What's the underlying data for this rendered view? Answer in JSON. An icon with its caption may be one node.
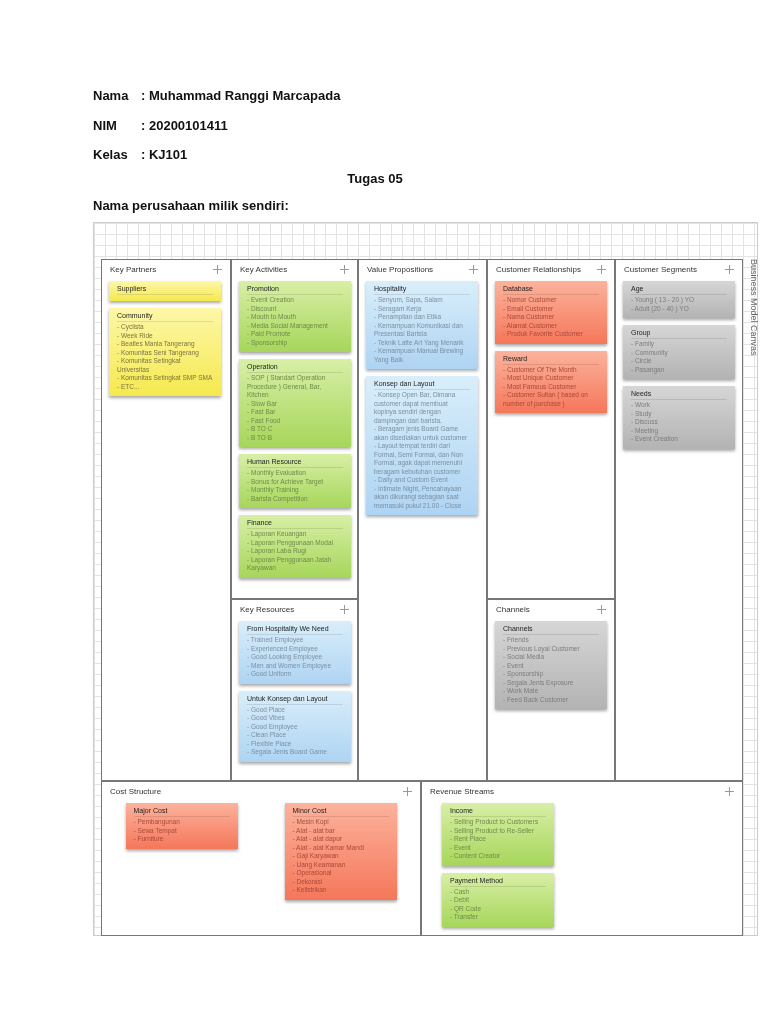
{
  "diagram": {
    "title": "Tugas 05",
    "nodes": [
      {
        "text": [
          "Key Partners"
        ]
      },
      {
        "text": [
          "Suppliers"
        ],
        "in": 0
      },
      {
        "text": [
          "Community",
          "- Cyclista",
          "- Week Ride",
          "- Beatles Mania Tangerang",
          "- Komunitas Seni Tangerang",
          "- Komunitas Setingkat Universitas",
          "- Komunitas Setingkat SMP SMA",
          "- ETC..."
        ],
        "in": 0
      },
      {
        "text": [
          "Key Activities"
        ]
      },
      {
        "text": [
          "Promotion",
          "- Event Creation",
          "- Discount",
          "- Mouth to Mouth",
          "- Media Social Management",
          "- Paid Promote",
          "- Sponsorship"
        ],
        "in": 3
      },
      {
        "text": [
          "Operation",
          "- SOP ( Standart Operation Procedure ) General, Bar, Kitchen",
          "- Slow Bar",
          "- Fast Bar",
          "- Fast Food",
          "- B TO C",
          "- B TO B"
        ],
        "in": 3
      },
      {
        "text": [
          "Human Resource",
          "- Monthly Evaluation",
          "- Bonus for Achieve Target",
          "- Monthly Training",
          "- Barista Competition"
        ],
        "in": 3
      },
      {
        "text": [
          "Finance",
          "- Laporan Keuangan",
          "- Laporan Penggunaan Modal",
          "- Laporan Laba Rugi",
          "- Laporan Penggunaan Jatah Karyawan"
        ],
        "in": 3
      },
      {
        "text": [
          "Value Propositions"
        ]
      },
      {
        "text": [
          "Hospitality",
          "- Senyum, Sapa, Salam",
          "- Seragam Kerja",
          "- Penampilan dan Etika",
          "- Kemampuan Komunikasi dan Presentasi Barista",
          "- Teknik Latte Art Yang Menarik",
          "- Kemampuan Manual Brewing Yang Baik"
        ],
        "in": 8
      },
      {
        "text": [
          "Konsep dan Layout",
          "- Konsep Open Bar, Dimana customer dapat membuat kopinya sendiri dengan dampingan dari barista.",
          "- Beragam jenis Board Game akan disediakan untuk customer",
          "- Layout tempat terdiri dari Formal, Semi Formal, dan Non Formal, agak dapat memenuhi beragam kebutuhan customer",
          "- Daily and Custom Event",
          "- Intimate Night, Pencahayaan akan dikurangi sebagian saat memasuki pukul 21.00 - Close"
        ],
        "in": 8
      },
      {
        "text": [
          "Customer Relationships"
        ]
      },
      {
        "text": [
          "Database",
          "- Nomor Customer",
          "- Email Customer",
          "- Nama Customer",
          "- Alamat Customer",
          "- Produk Favorite Customer"
        ],
        "in": 11
      },
      {
        "text": [
          "Reward",
          "- Customer Of The Month",
          "- Most Unique Customer",
          "- Most Famous Customer",
          "- Customer Sultan ( based on number of purchase )"
        ],
        "in": 11
      },
      {
        "text": [
          "Customer Segments"
        ]
      },
      {
        "text": [
          "Age",
          "- Young ( 13 - 20 ) YO",
          "- Adult (20 - 40 ) YO"
        ],
        "in": 14
      },
      {
        "text": [
          "Group",
          "- Family",
          "- Community",
          "- Circle",
          "- Pasangan"
        ],
        "in": 14
      },
      {
        "text": [
          "Needs",
          "- Work",
          "- Study",
          "- Discuss",
          "- Meeting",
          "- Event Creation"
        ],
        "in": 14
      },
      {
        "text": [
          "Key Resources"
        ]
      },
      {
        "text": [
          "From Hospitality We Need",
          "- Trained Employee",
          "- Experienced Employee",
          "- Good Looking Employee",
          "- Men and Women Employee",
          "- Good Uniform"
        ],
        "in": 18
      },
      {
        "text": [
          "Untuk Konsep dan Layout",
          "- Good Place",
          "- Good Vibes",
          "- Good Employee",
          "- Clean Place",
          "- Flexible Place",
          "- Segala Jenis Board Game"
        ],
        "in": 18
      },
      {
        "text": [
          "Channels"
        ]
      },
      {
        "text": [
          "Channels",
          "- Friends",
          "- Previous Loyal Customer",
          "- Social Media",
          "- Event",
          "- Sponsorship",
          "- Segala Jenis Exposure",
          "- Work Mate",
          "- Feed Back Customer"
        ],
        "in": 21
      },
      {
        "text": [
          "Cost Structure"
        ]
      },
      {
        "text": [
          "Major Cost",
          "- Pembangunan",
          "- Sewa Tempat",
          "- Furniture"
        ],
        "in": 23
      },
      {
        "text": [
          "Minor Cost",
          "- Mesin Kopi",
          "- Alat - alat bar",
          "- Alat - alat dapur",
          "- Alat - alat Kamar Mandi",
          "- Gaji Karyawan",
          "- Uang Keamanan",
          "- Operasional",
          "- Dekorasi",
          "- Kelistrikan"
        ],
        "in": 23
      },
      {
        "text": [
          "Revenue Streams"
        ]
      },
      {
        "text": [
          "Income",
          "- Selling Product to Customers",
          "- Selling Product to Re-Seller",
          "- Rent Place",
          "- Event",
          "- Content Creator"
        ],
        "in": 26
      },
      {
        "text": [
          "Payment Method",
          "- Cash",
          "- Debit",
          "- QR Code",
          "- Transfer"
        ],
        "in": 26
      }
    ],
    "labels": [
      "Nama",
      ": Muhammad Ranggi Marcapada",
      "NIM",
      ": 20200101411",
      "Kelas",
      ": KJ101",
      "Nama perusahaan milik sendiri:",
      "Business Model Canvas"
    ]
  }
}
